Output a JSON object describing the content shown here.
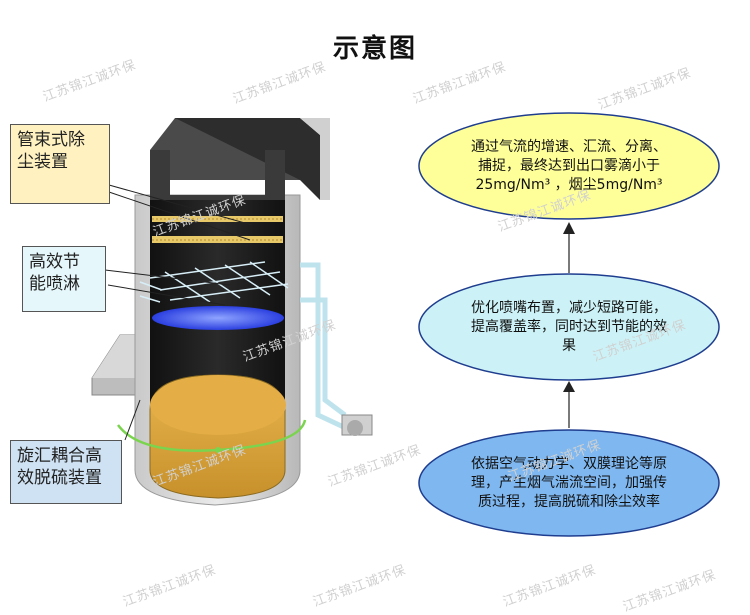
{
  "title": "示意图",
  "watermark": "江苏锦江诚环保",
  "labels": {
    "tube_bundle": "管束式除\n尘装置",
    "spray": "高效节\n能喷淋",
    "desulfurization": "旋汇耦合高\n效脱硫装置"
  },
  "ellipses": {
    "top": "通过气流的增速、汇流、分离、\n捕捉，最终达到出口雾滴小于\n25mg/Nm³ ，烟尘5mg/Nm³",
    "middle": "优化喷嘴布置，减少短路可能，\n提高覆盖率，同时达到节能的效\n果",
    "bottom": "依据空气动力学、双膜理论等原\n理，产生烟气湍流空间，加强传\n质过程，提高脱硫和除尘效率"
  },
  "colors": {
    "top_fill": "#ffff99",
    "middle_fill": "#ccf2f7",
    "bottom_fill": "#7fb8f0",
    "label_tube": "#fff2c0",
    "label_spray": "#e6f7fb",
    "label_desulf": "#cfe2f3"
  }
}
